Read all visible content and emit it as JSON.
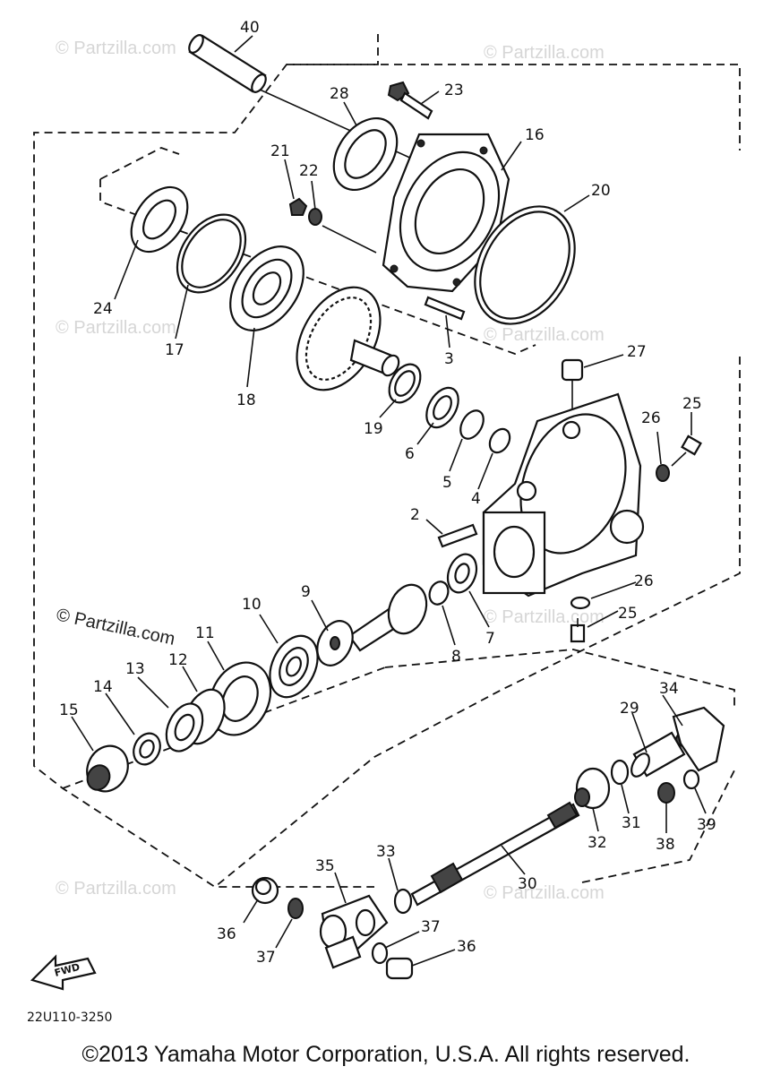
{
  "watermark": "© Partzilla.com",
  "drawing_code": "22U110-3250",
  "copyright": "©2013 Yamaha Motor Corporation, U.S.A. All rights reserved.",
  "fwd_label": "FWD",
  "callouts": [
    "40",
    "28",
    "23",
    "16",
    "21",
    "22",
    "20",
    "24",
    "17",
    "18",
    "3",
    "27",
    "19",
    "6",
    "5",
    "4",
    "26",
    "25",
    "2",
    "9",
    "10",
    "11",
    "12",
    "13",
    "14",
    "15",
    "8",
    "7",
    "26",
    "25",
    "34",
    "29",
    "31",
    "32",
    "38",
    "39",
    "35",
    "33",
    "30",
    "36",
    "37",
    "37",
    "36"
  ]
}
